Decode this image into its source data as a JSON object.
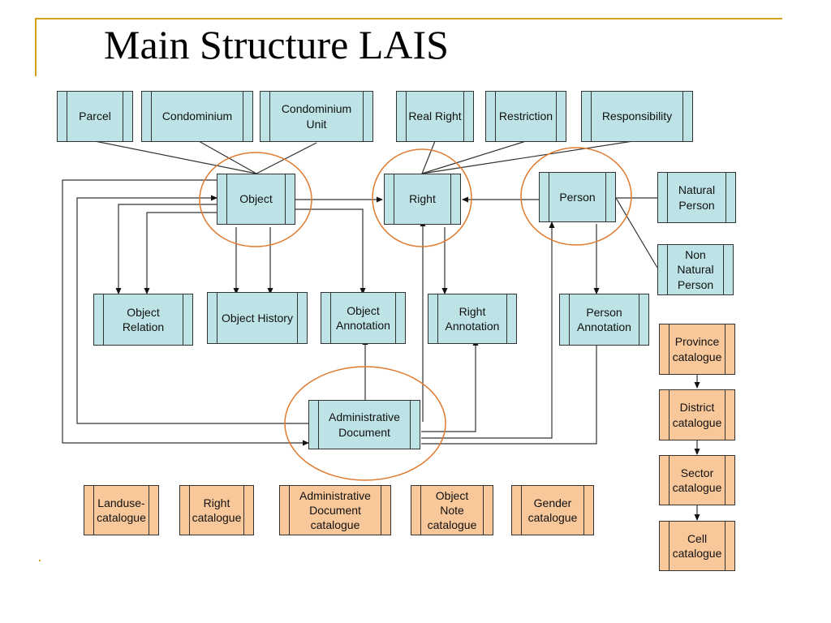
{
  "title": "Main Structure LAIS",
  "colors": {
    "accent": "#d4a017",
    "core_fill": "#bde3e6",
    "catalogue_fill": "#f8c79a",
    "highlight_circle": "#e07a2e"
  },
  "boxes": {
    "parcel": "Parcel",
    "condominium": "Condominium",
    "condominium_unit": "Condominium Unit",
    "real_right": "Real Right",
    "restriction": "Restriction",
    "responsibility": "Responsibility",
    "object": "Object",
    "right": "Right",
    "person": "Person",
    "natural_person": "Natural Person",
    "non_natural_person": "Non Natural Person",
    "object_relation": "Object Relation",
    "object_history": "Object History",
    "object_annotation": "Object Annotation",
    "right_annotation": "Right Annotation",
    "person_annotation": "Person Annotation",
    "administrative_document": "Administrative Document"
  },
  "catalogues": {
    "landuse": "Landuse-catalogue",
    "right": "Right catalogue",
    "administrative_document": "Administrative Document catalogue",
    "object_note": "Object Note catalogue",
    "gender": "Gender catalogue",
    "province": "Province catalogue",
    "district": "District catalogue",
    "sector": "Sector catalogue",
    "cell": "Cell catalogue"
  }
}
